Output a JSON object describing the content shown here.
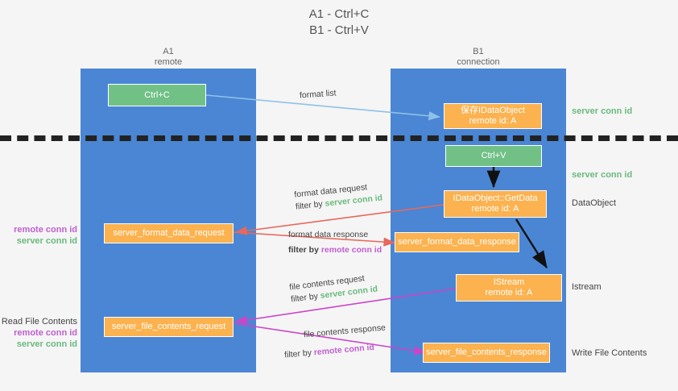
{
  "title": {
    "line1": "A1 - Ctrl+C",
    "line2": "B1 - Ctrl+V"
  },
  "columns": [
    {
      "name": "A1",
      "subtitle": "remote"
    },
    {
      "name": "B1",
      "subtitle": "connection"
    }
  ],
  "boxes": {
    "ctrl_c": {
      "line1": "Ctrl+C"
    },
    "ctrl_v": {
      "line1": "Ctrl+V"
    },
    "save_idataobject": {
      "line1": "保存IDataObject",
      "line2": "remote id: A"
    },
    "getdata": {
      "line1": "IDataObject::GetData",
      "line2": "remote id: A"
    },
    "istream": {
      "line1": "IStream",
      "line2": "remote id: A"
    },
    "server_format_data_request": {
      "line1": "server_format_data_request"
    },
    "server_format_data_response": {
      "line1": "server_format_data_response"
    },
    "server_file_contents_request": {
      "line1": "server_file_contents_request"
    },
    "server_file_contents_response": {
      "line1": "server_file_contents_response"
    }
  },
  "arrow_labels": {
    "format_list": {
      "line1": "format list"
    },
    "format_data_request": {
      "line1": "format data request",
      "line2_prefix": "filter by ",
      "line2_em": "server conn id"
    },
    "format_data_response": {
      "line1": "format data response",
      "line2_prefix": "filter by ",
      "line2_em": "remote conn id"
    },
    "file_contents_request": {
      "line1": "file contents request",
      "line2_prefix": "filter by ",
      "line2_em": "server conn id"
    },
    "file_contents_response": {
      "line1": "file contents response",
      "line2_prefix": "filter by ",
      "line2_em": "remote conn id"
    }
  },
  "right_labels": {
    "server_conn_id_top": "server conn id",
    "server_conn_id_mid": "server conn id",
    "dataobject": "DataObject",
    "istream": "Istream",
    "write_file_contents": "Write File Contents"
  },
  "left_labels": {
    "remote_conn_id_1": "remote conn id",
    "server_conn_id_1": "server conn id",
    "read_file_contents": "Read File Contents",
    "remote_conn_id_2": "remote conn id",
    "server_conn_id_2": "server conn id"
  },
  "colors": {
    "background": "#f5f5f5",
    "column": "#4a86d4",
    "green_box": "#71c187",
    "orange_box": "#fcb24f",
    "arrow_blue": "#8fc1e8",
    "arrow_red": "#e8685c",
    "arrow_magenta": "#cc44c8",
    "arrow_black": "#111111",
    "server_conn_id_text": "#6aba7f",
    "remote_conn_id_text": "#c05fd0",
    "dashed_line": "#222222"
  }
}
